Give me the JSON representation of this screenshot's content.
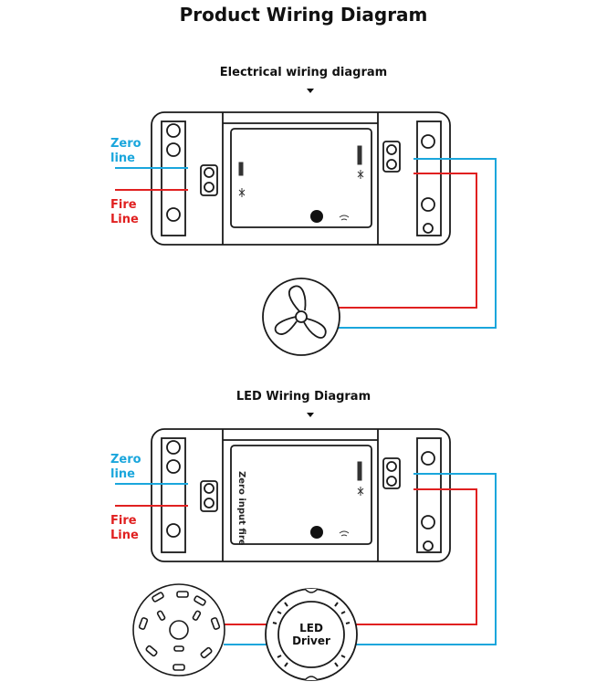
{
  "title": "Product Wiring Diagram",
  "colors": {
    "zero_line": "#1aa6dc",
    "fire_line": "#e02020",
    "outline": "#1a1a1a"
  },
  "section1": {
    "subtitle": "Electrical wiring diagram",
    "zero_label_1": "Zero",
    "zero_label_2": "line",
    "fire_label_1": "Fire",
    "fire_label_2": "Line",
    "load_icon": "fan-icon"
  },
  "section2": {
    "subtitle": "LED Wiring Diagram",
    "zero_label_1": "Zero",
    "zero_label_2": "line",
    "fire_label_1": "Fire",
    "fire_label_2": "Line",
    "board_text": "Zero input fire",
    "driver_label_1": "LED",
    "driver_label_2": "Driver",
    "load_icon": "led-lamp-icon"
  }
}
